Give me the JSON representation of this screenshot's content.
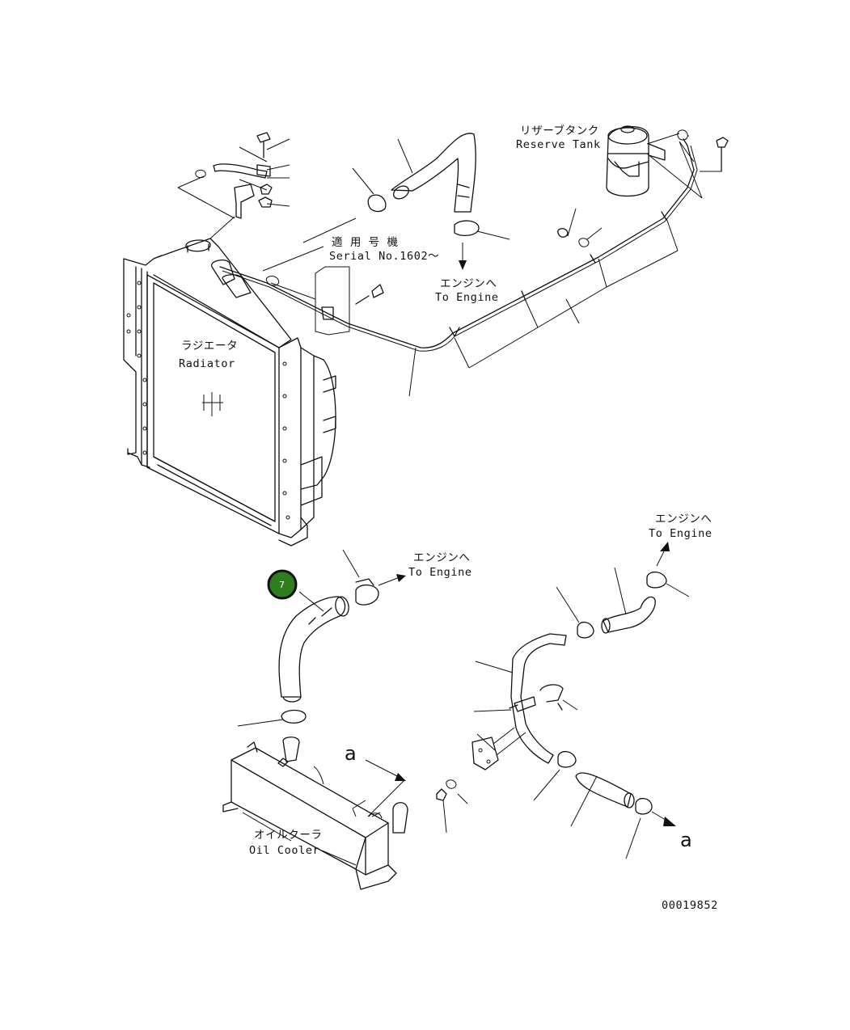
{
  "labels": {
    "reserve_tank_jp": "リザーブタンク",
    "reserve_tank_en": "Reserve Tank",
    "serial_jp": "適 用 号 機",
    "serial_en": "Serial No.1602～",
    "to_engine_1_jp": "エンジンへ",
    "to_engine_1_en": "To Engine",
    "radiator_jp": "ラジエータ",
    "radiator_en": "Radiator",
    "to_engine_2_jp": "エンジンへ",
    "to_engine_2_en": "To Engine",
    "to_engine_3_jp": "エンジンへ",
    "to_engine_3_en": "To Engine",
    "oil_cooler_jp": "オイルクーラ",
    "oil_cooler_en": "Oil Cooler",
    "ref_a_top": "a",
    "ref_a_right": "a",
    "drawing_number": "00019852"
  },
  "callout": {
    "number": "7",
    "color": "#2e7d1e",
    "border_color": "#111111"
  }
}
